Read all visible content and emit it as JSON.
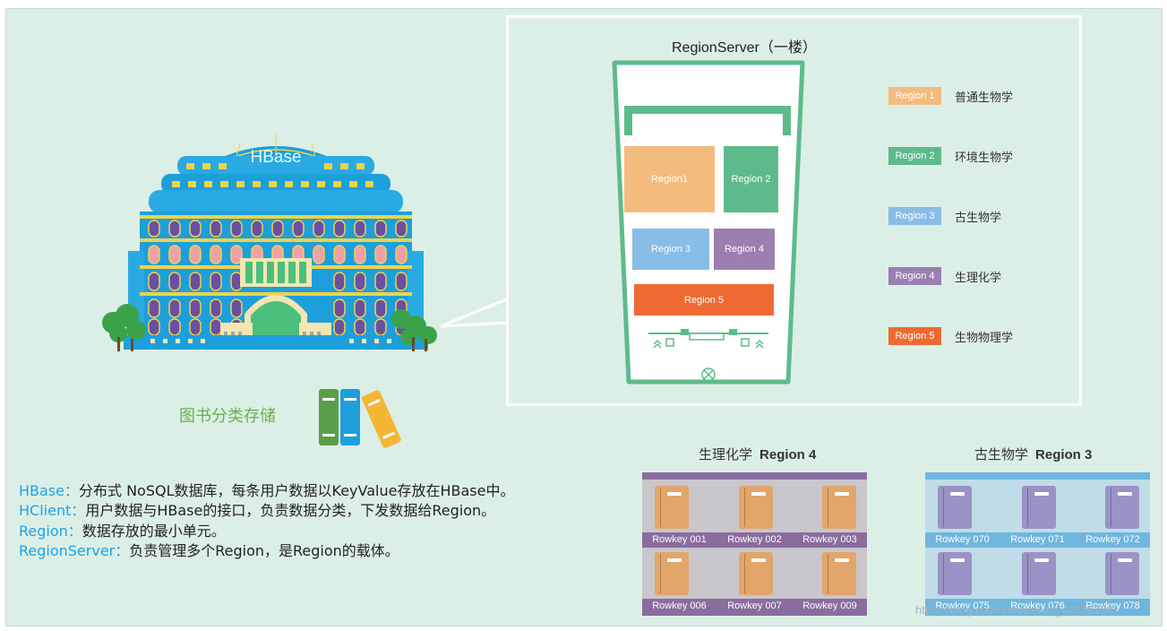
{
  "building": {
    "label": "HBase"
  },
  "server": {
    "title": "RegionServer（一楼）"
  },
  "regions_in_server": [
    {
      "label": "Region1",
      "color": "#f4bb7e"
    },
    {
      "label": "Region 2",
      "color": "#5dbb8b"
    },
    {
      "label": "Region 3",
      "color": "#87bde6"
    },
    {
      "label": "Region 4",
      "color": "#9b7fb0"
    },
    {
      "label": "Region 5",
      "color": "#ee6a32"
    }
  ],
  "legend": [
    {
      "tag": "Region 1",
      "text": "普通生物学",
      "color": "#f4bb7e"
    },
    {
      "tag": "Region 2",
      "text": "环境生物学",
      "color": "#5dbb8b"
    },
    {
      "tag": "Region 3",
      "text": "古生物学",
      "color": "#87bde6"
    },
    {
      "tag": "Region 4",
      "text": "生理化学",
      "color": "#9b7fb0"
    },
    {
      "tag": "Region 5",
      "text": "生物物理学",
      "color": "#ee6a32"
    }
  ],
  "books_label": "图书分类存储",
  "descriptions": [
    {
      "term": "HBase：",
      "text": "分布式 NoSQL数据库，每条用户数据以KeyValue存放在HBase中。"
    },
    {
      "term": "HClient：",
      "text": "用户数据与HBase的接口，负责数据分类，下发数据给Region。"
    },
    {
      "term": "Region：",
      "text": "数据存放的最小单元。"
    },
    {
      "term": "RegionServer：",
      "text": "负责管理多个Region，是Region的载体。"
    }
  ],
  "panels": [
    {
      "title": "生理化学",
      "region": "Region 4",
      "row1": [
        "Rowkey 001",
        "Rowkey 002",
        "Rowkey 003"
      ],
      "row2": [
        "Rowkey 006",
        "Rowkey 007",
        "Rowkey 009"
      ]
    },
    {
      "title": "古生物学",
      "region": "Region 3",
      "row1": [
        "Rowkey 070",
        "Rowkey 071",
        "Rowkey 072"
      ],
      "row2": [
        "Rowkey 075",
        "Rowkey 076",
        "Rowkey 078"
      ]
    }
  ],
  "watermark": "https://blog.csdn.net/weixin_42480750"
}
